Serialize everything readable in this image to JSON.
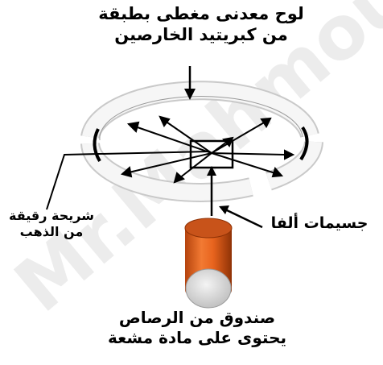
{
  "labels": {
    "plate_line1": "لوح معدنى مغطى بطبقة",
    "plate_line2": "من كبريتيد الخارصين",
    "gold_line1": "شريحة رقيقة",
    "gold_line2": "من الذهب",
    "alpha": "جسيمات ألفا",
    "box_line1": "صندوق من الرصاص",
    "box_line2": "يحتوى على مادة مشعة"
  },
  "watermark": "Mr.Mahmoud",
  "colors": {
    "lead_box": "#e8641e",
    "lead_box_dark": "#a33a08",
    "lead_box_cap": "#cfcfcf",
    "ink": "#000000",
    "ring": "#f3f3f3",
    "watermark": "#cdcdcd"
  }
}
